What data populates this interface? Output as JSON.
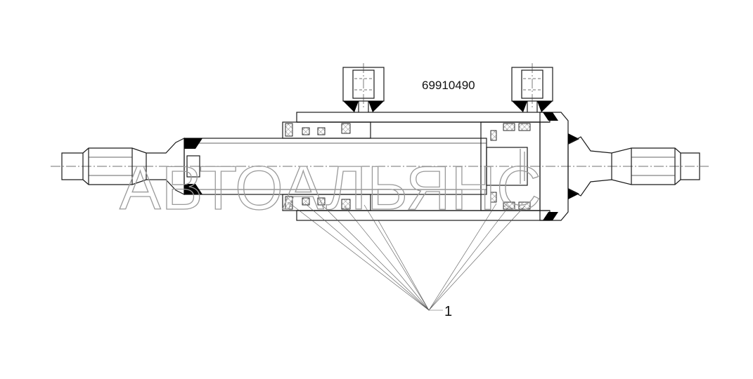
{
  "drawing": {
    "part_number": "69910490",
    "callout_label": "1",
    "watermark": "АВТОАЛЬЯНС"
  }
}
